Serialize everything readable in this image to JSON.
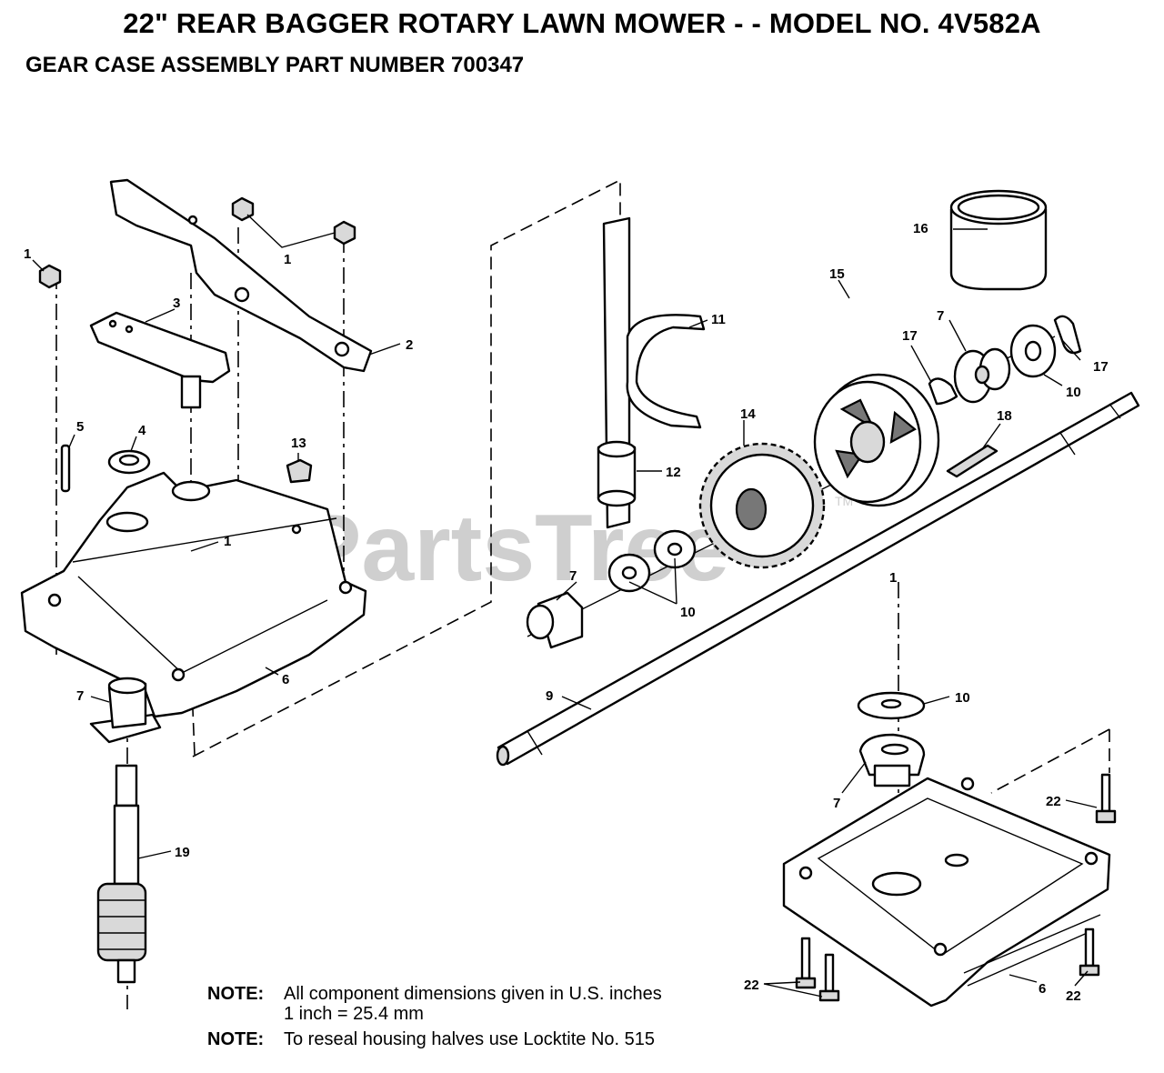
{
  "header": {
    "title": "22\" REAR BAGGER  ROTARY LAWN MOWER - - MODEL NO. 4V582A",
    "subtitle": "GEAR CASE ASSEMBLY PART NUMBER 700347"
  },
  "watermark": {
    "text": "PartsTree",
    "tm": "TM"
  },
  "callouts": [
    {
      "id": "c1a",
      "text": "1"
    },
    {
      "id": "c1b",
      "text": "1"
    },
    {
      "id": "c1c",
      "text": "1"
    },
    {
      "id": "c1d",
      "text": "1"
    },
    {
      "id": "c2",
      "text": "2"
    },
    {
      "id": "c3",
      "text": "3"
    },
    {
      "id": "c4",
      "text": "4"
    },
    {
      "id": "c5",
      "text": "5"
    },
    {
      "id": "c6a",
      "text": "6"
    },
    {
      "id": "c6b",
      "text": "6"
    },
    {
      "id": "c7a",
      "text": "7"
    },
    {
      "id": "c7b",
      "text": "7"
    },
    {
      "id": "c7c",
      "text": "7"
    },
    {
      "id": "c7d",
      "text": "7"
    },
    {
      "id": "c9",
      "text": "9"
    },
    {
      "id": "c10a",
      "text": "10"
    },
    {
      "id": "c10b",
      "text": "10"
    },
    {
      "id": "c10c",
      "text": "10"
    },
    {
      "id": "c11",
      "text": "11"
    },
    {
      "id": "c12",
      "text": "12"
    },
    {
      "id": "c13",
      "text": "13"
    },
    {
      "id": "c14",
      "text": "14"
    },
    {
      "id": "c15",
      "text": "15"
    },
    {
      "id": "c16",
      "text": "16"
    },
    {
      "id": "c17a",
      "text": "17"
    },
    {
      "id": "c17b",
      "text": "17"
    },
    {
      "id": "c18",
      "text": "18"
    },
    {
      "id": "c19",
      "text": "19"
    },
    {
      "id": "c22a",
      "text": "22"
    },
    {
      "id": "c22b",
      "text": "22"
    },
    {
      "id": "c22c",
      "text": "22"
    }
  ],
  "notes": [
    {
      "label": "NOTE:",
      "lines": [
        "All component dimensions given in U.S. inches",
        "1 inch = 25.4 mm"
      ]
    },
    {
      "label": "NOTE:",
      "lines": [
        "To reseal housing halves use Locktite No. 515"
      ]
    }
  ]
}
